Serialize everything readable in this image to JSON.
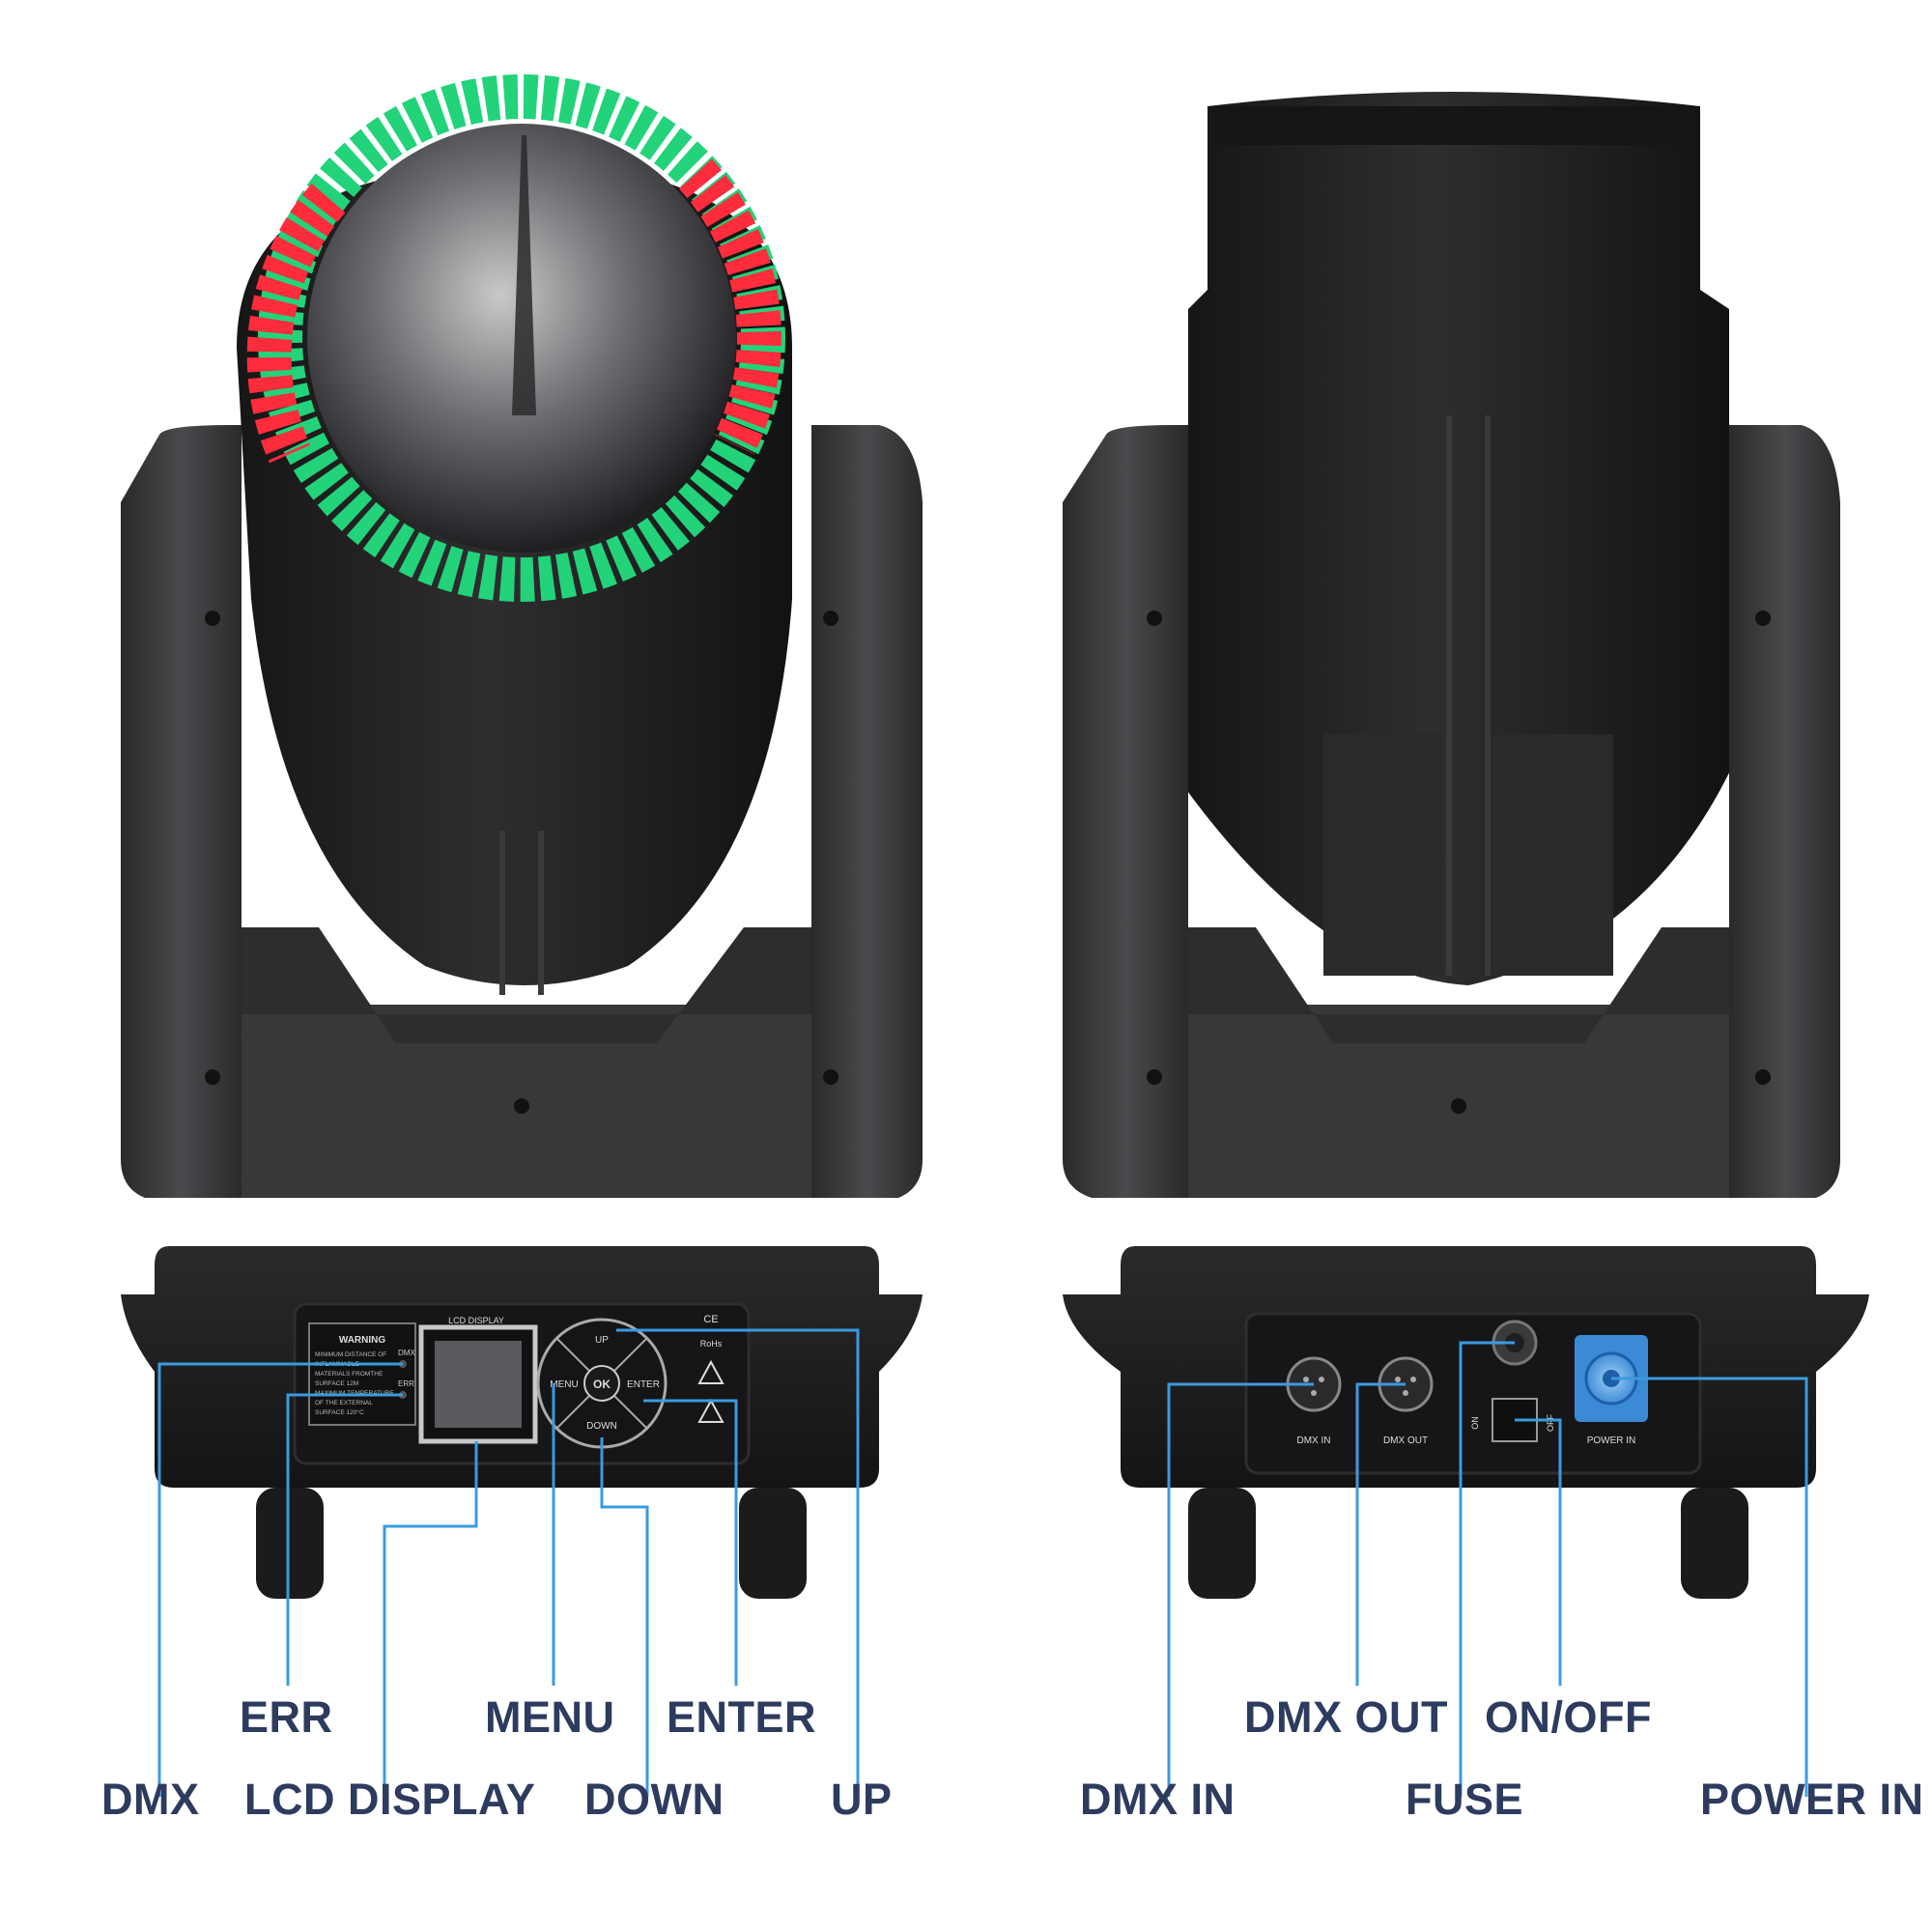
{
  "colors": {
    "callout_text": "#2d3b5e",
    "leader_line": "#3a9be0",
    "body_dark": "#1c1c1c",
    "yoke_gray": "#3d3d3f",
    "led_green": "#22d37a",
    "led_red": "#ff2c3c",
    "power_connector": "#4da3e6"
  },
  "front_panel": {
    "screen_label": "LCD DISPLAY",
    "warning_title": "WARNING",
    "warning_lines": [
      "MINIMUM DISTANCE OF",
      "INFLAMMABLE",
      "MATERIALS FROMTHE",
      "SURFACE 12M",
      "MAXIMUM TEMPERATURE",
      "OF THE EXTERNAL",
      "SURFACE 120°C"
    ],
    "led_dmx": "DMX",
    "led_err": "ERR",
    "btn_up": "UP",
    "btn_menu": "MENU",
    "btn_ok": "OK",
    "btn_enter": "ENTER",
    "btn_down": "DOWN",
    "cert_ce": "CE",
    "cert_rohs": "RoHs"
  },
  "rear_panel": {
    "dmx_in": "DMX IN",
    "dmx_out": "DMX OUT",
    "power_in": "POWER IN",
    "switch_on": "ON",
    "switch_off": "OFF"
  },
  "callouts": {
    "err": "ERR",
    "menu": "MENU",
    "enter": "ENTER",
    "dmx": "DMX",
    "lcd_display": "LCD DISPLAY",
    "down": "DOWN",
    "up": "UP",
    "dmx_out": "DMX OUT",
    "on_off": "ON/OFF",
    "dmx_in": "DMX IN",
    "fuse": "FUSE",
    "power_in": "POWER IN"
  }
}
